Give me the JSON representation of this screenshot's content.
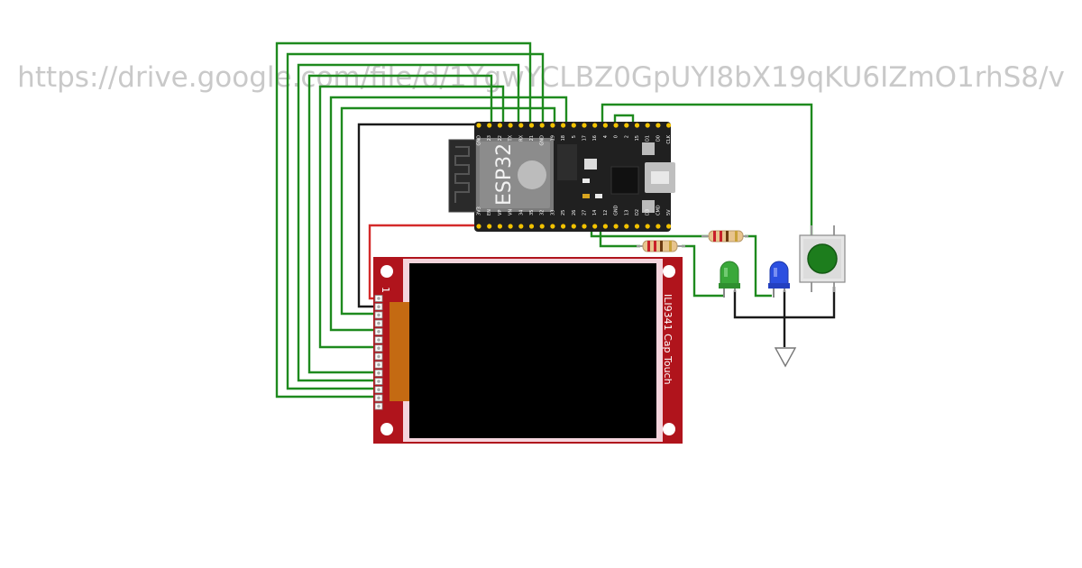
{
  "link_text": "https://drive.google.com/file/d/1YgwYCLBZ0GpUYI8bX19qKU6IZmO1rhS8/v",
  "esp32": {
    "module_label": "ESP32",
    "top_pins": [
      "GND",
      "23",
      "22",
      "TX",
      "RX",
      "21",
      "GND",
      "19",
      "18",
      "5",
      "17",
      "16",
      "4",
      "0",
      "2",
      "15",
      "D1",
      "D0",
      "CLK"
    ],
    "bottom_pins": [
      "3V3",
      "EN",
      "VP",
      "VN",
      "34",
      "35",
      "32",
      "33",
      "25",
      "26",
      "27",
      "14",
      "12",
      "GND",
      "13",
      "D2",
      "D3",
      "CMD",
      "5V"
    ]
  },
  "display": {
    "label": "ILI9341 Cap Touch",
    "pin1_marker": "1"
  },
  "colors": {
    "wire_green": "#1e8a1e",
    "wire_red": "#d42a2a",
    "wire_black": "#1a1a1a",
    "board": "#202020",
    "pcb_red": "#b0141c",
    "led_green": "#3aa83a",
    "led_blue": "#2b4fe0",
    "button_cap": "#1d7d1d"
  }
}
